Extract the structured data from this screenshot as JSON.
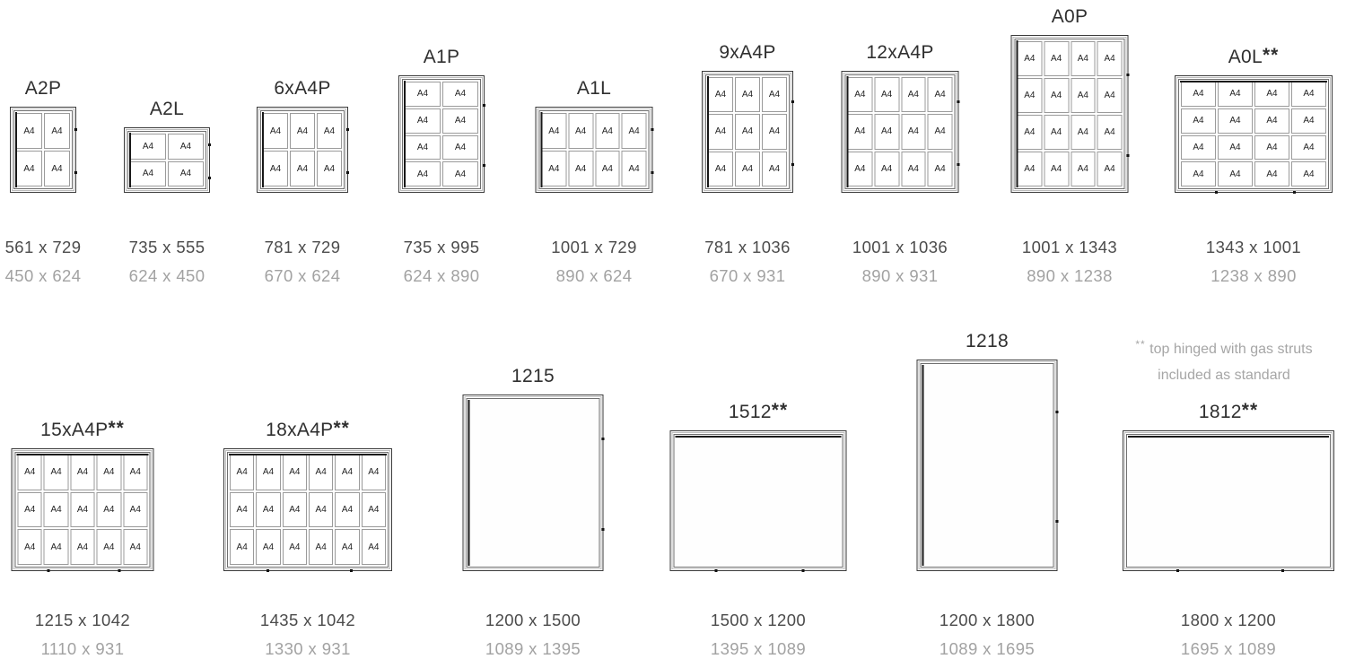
{
  "colors": {
    "background": "#ffffff",
    "title_text": "#2f2f2f",
    "outer_dims_text": "#4b4b4b",
    "visible_dims_text": "#a2a2a2",
    "note_text": "#a6a6a6",
    "frame_line": "#3a3a3a"
  },
  "note": {
    "marker": "**",
    "lines": [
      "top hinged with gas struts",
      "included as standard"
    ]
  },
  "rows": [
    {
      "boards": [
        {
          "name": "A2P",
          "suffix": "",
          "dim_outer": "561 x 729",
          "dim_visible": "450 x 624",
          "width_mm": 561,
          "height_mm": 729,
          "cols": 2,
          "rows": 2,
          "panel_label": "A4",
          "hinge": "left"
        },
        {
          "name": "A2L",
          "suffix": "",
          "dim_outer": "735 x 555",
          "dim_visible": "624 x 450",
          "width_mm": 735,
          "height_mm": 555,
          "cols": 2,
          "rows": 2,
          "panel_label": "A4",
          "hinge": "left"
        },
        {
          "name": "6xA4P",
          "suffix": "",
          "dim_outer": "781 x 729",
          "dim_visible": "670 x 624",
          "width_mm": 781,
          "height_mm": 729,
          "cols": 3,
          "rows": 2,
          "panel_label": "A4",
          "hinge": "left"
        },
        {
          "name": "A1P",
          "suffix": "",
          "dim_outer": "735 x 995",
          "dim_visible": "624 x 890",
          "width_mm": 735,
          "height_mm": 995,
          "cols": 2,
          "rows": 4,
          "panel_label": "A4",
          "hinge": "left"
        },
        {
          "name": "A1L",
          "suffix": "",
          "dim_outer": "1001 x 729",
          "dim_visible": "890 x 624",
          "width_mm": 1001,
          "height_mm": 729,
          "cols": 4,
          "rows": 2,
          "panel_label": "A4",
          "hinge": "left"
        },
        {
          "name": "9xA4P",
          "suffix": "",
          "dim_outer": "781 x 1036",
          "dim_visible": "670 x 931",
          "width_mm": 781,
          "height_mm": 1036,
          "cols": 3,
          "rows": 3,
          "panel_label": "A4",
          "hinge": "left"
        },
        {
          "name": "12xA4P",
          "suffix": "",
          "dim_outer": "1001 x 1036",
          "dim_visible": "890 x 931",
          "width_mm": 1001,
          "height_mm": 1036,
          "cols": 4,
          "rows": 3,
          "panel_label": "A4",
          "hinge": "left"
        },
        {
          "name": "A0P",
          "suffix": "",
          "dim_outer": "1001 x 1343",
          "dim_visible": "890 x 1238",
          "width_mm": 1001,
          "height_mm": 1343,
          "cols": 4,
          "rows": 4,
          "panel_label": "A4",
          "hinge": "left"
        },
        {
          "name": "A0L",
          "suffix": "**",
          "dim_outer": "1343 x 1001",
          "dim_visible": "1238 x 890",
          "width_mm": 1343,
          "height_mm": 1001,
          "cols": 4,
          "rows": 4,
          "panel_label": "A4",
          "hinge": "top"
        }
      ]
    },
    {
      "boards": [
        {
          "name": "15xA4P",
          "suffix": "**",
          "dim_outer": "1215 x 1042",
          "dim_visible": "1110 x 931",
          "width_mm": 1215,
          "height_mm": 1042,
          "cols": 5,
          "rows": 3,
          "panel_label": "A4",
          "hinge": "top"
        },
        {
          "name": "18xA4P",
          "suffix": "**",
          "dim_outer": "1435 x 1042",
          "dim_visible": "1330 x 931",
          "width_mm": 1435,
          "height_mm": 1042,
          "cols": 6,
          "rows": 3,
          "panel_label": "A4",
          "hinge": "top"
        },
        {
          "name": "1215",
          "suffix": "",
          "dim_outer": "1200 x 1500",
          "dim_visible": "1089 x 1395",
          "width_mm": 1200,
          "height_mm": 1500,
          "cols": 0,
          "rows": 0,
          "panel_label": "",
          "hinge": "left"
        },
        {
          "name": "1512",
          "suffix": "**",
          "dim_outer": "1500 x 1200",
          "dim_visible": "1395 x 1089",
          "width_mm": 1500,
          "height_mm": 1200,
          "cols": 0,
          "rows": 0,
          "panel_label": "",
          "hinge": "top"
        },
        {
          "name": "1218",
          "suffix": "",
          "dim_outer": "1200 x 1800",
          "dim_visible": "1089 x 1695",
          "width_mm": 1200,
          "height_mm": 1800,
          "cols": 0,
          "rows": 0,
          "panel_label": "",
          "hinge": "left"
        },
        {
          "name": "1812",
          "suffix": "**",
          "dim_outer": "1800 x 1200",
          "dim_visible": "1695 x 1089",
          "width_mm": 1800,
          "height_mm": 1200,
          "cols": 0,
          "rows": 0,
          "panel_label": "",
          "hinge": "top"
        }
      ]
    }
  ]
}
